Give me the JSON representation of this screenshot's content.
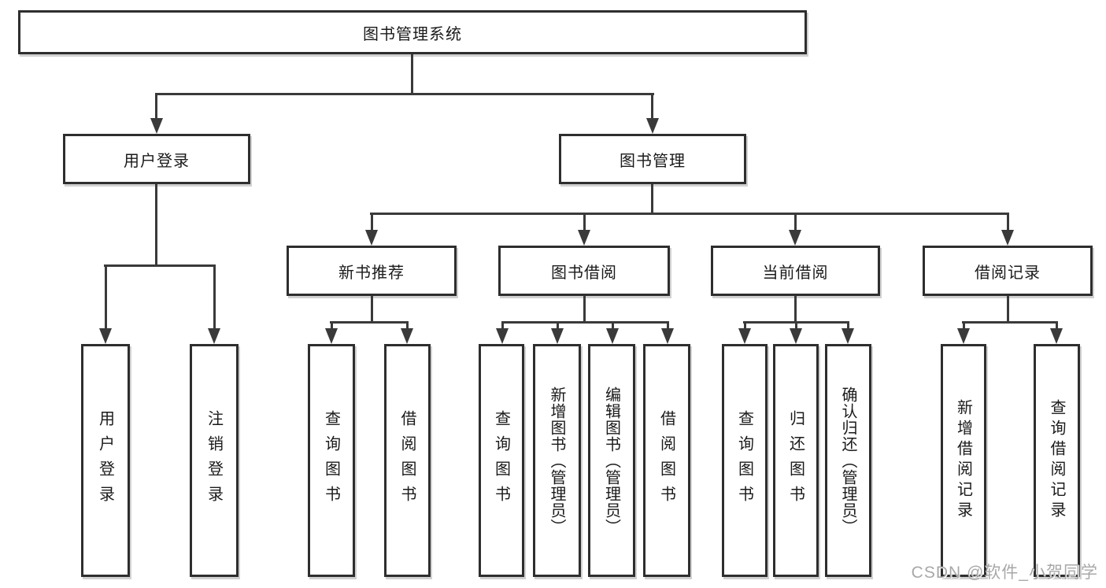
{
  "tree": {
    "root": "图书管理系统",
    "branches": [
      {
        "label": "用户登录",
        "children": [
          "用户登录",
          "注销登录"
        ]
      },
      {
        "label": "图书管理",
        "groups": [
          {
            "label": "新书推荐",
            "children": [
              "查询图书",
              "借阅图书"
            ]
          },
          {
            "label": "图书借阅",
            "children": [
              "查询图书",
              "新增图书（管理员）",
              "编辑图书（管理员）",
              "借阅图书"
            ]
          },
          {
            "label": "当前借阅",
            "children": [
              "查询图书",
              "归还图书",
              "确认归还（管理员）"
            ]
          },
          {
            "label": "借阅记录",
            "children": [
              "新增借阅记录",
              "查询借阅记录"
            ]
          }
        ]
      }
    ]
  },
  "watermark": "CSDN @软件_小贺同学",
  "colors": {
    "line": "#3a3a3a",
    "box_border": "#2e2e2e",
    "text": "#1a1a1a",
    "background": "#ffffff",
    "watermark": "#a8a8a8"
  }
}
